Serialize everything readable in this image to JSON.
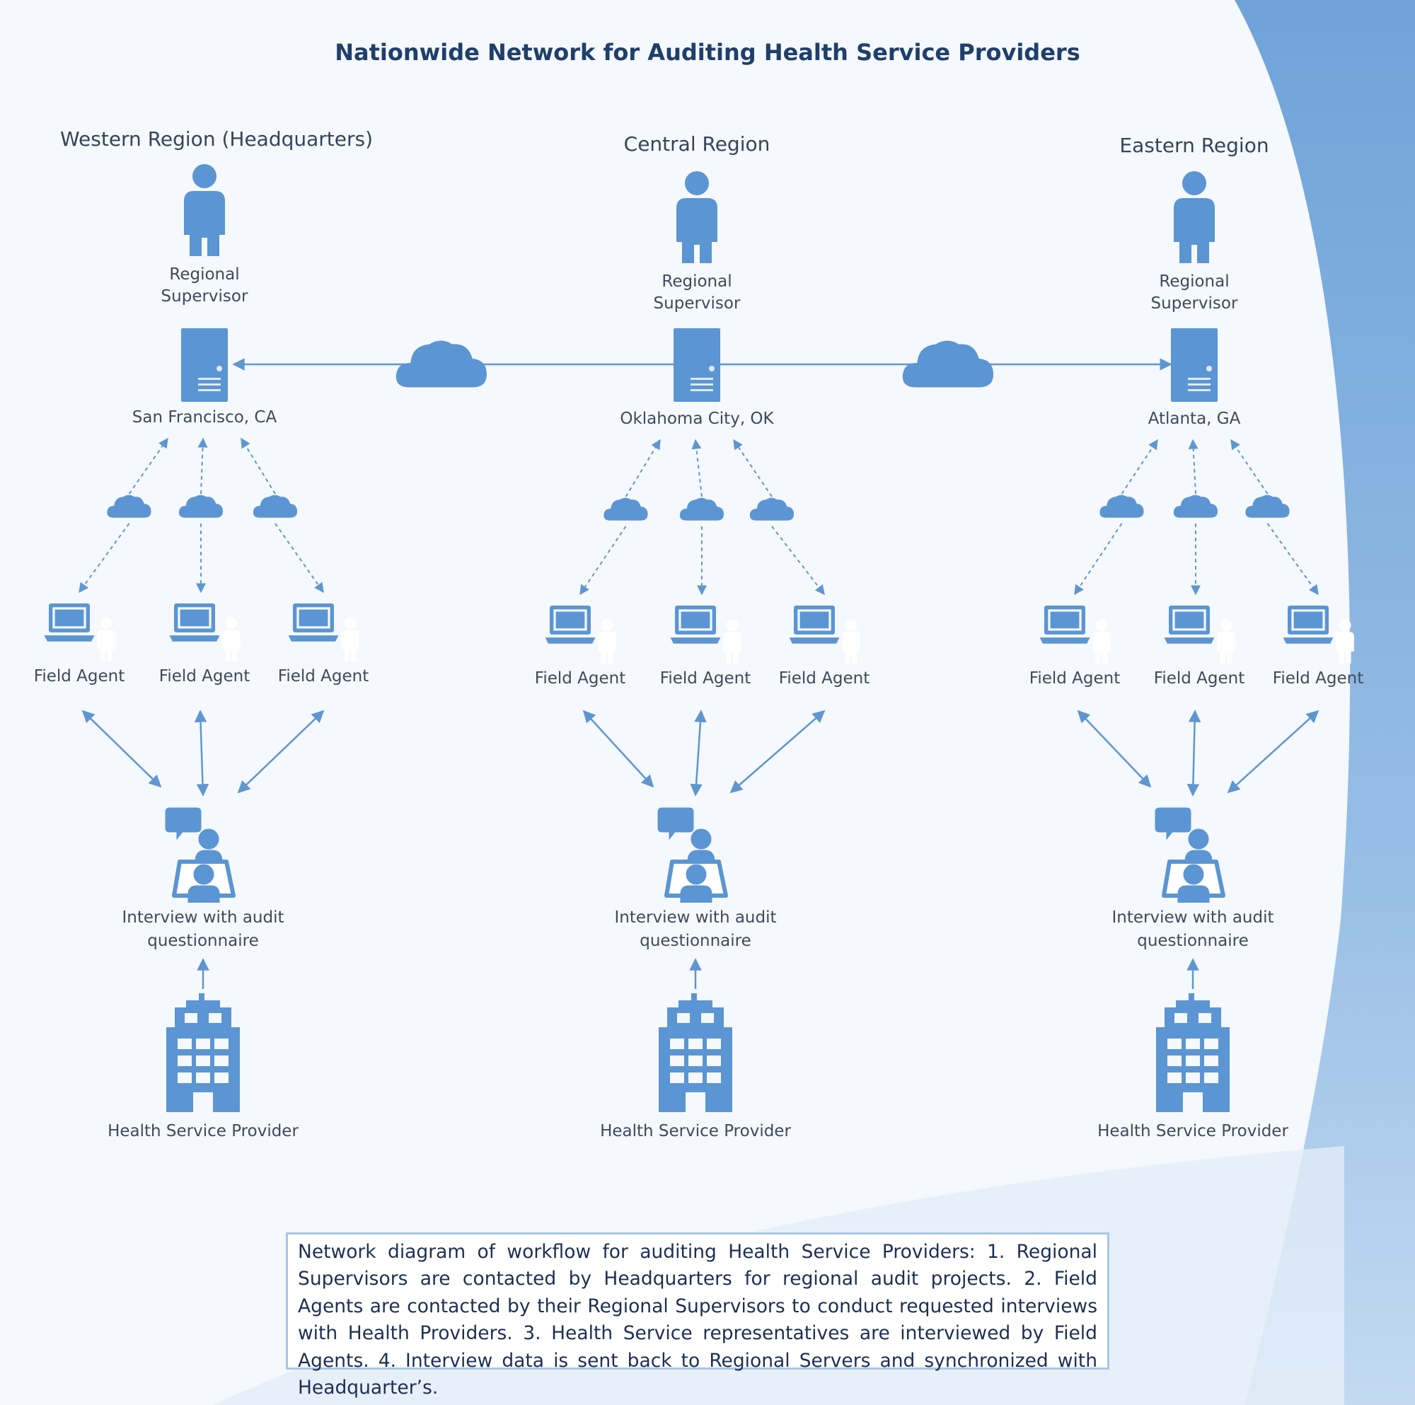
{
  "title": "Nationwide Network for Auditing Health Service Providers",
  "colors": {
    "icon_blue": "#5b95d3",
    "line_blue": "#5f96cf",
    "background": "#f5f8fc",
    "accent_band": "#8ab3de"
  },
  "regions": [
    {
      "name": "Western Region (Headquarters)",
      "supervisor_label": [
        "Regional",
        "Supervisor"
      ],
      "server_location": "San Francisco, CA",
      "field_agents": [
        "Field Agent",
        "Field Agent",
        "Field Agent"
      ],
      "interview_label": [
        "Interview with audit",
        "questionnaire"
      ],
      "provider_label": "Health Service Provider"
    },
    {
      "name": "Central Region",
      "supervisor_label": [
        "Regional",
        "Supervisor"
      ],
      "server_location": "Oklahoma City, OK",
      "field_agents": [
        "Field Agent",
        "Field Agent",
        "Field Agent"
      ],
      "interview_label": [
        "Interview with audit",
        "questionnaire"
      ],
      "provider_label": "Health Service Provider"
    },
    {
      "name": "Eastern Region",
      "supervisor_label": [
        "Regional",
        "Supervisor"
      ],
      "server_location": "Atlanta, GA",
      "field_agents": [
        "Field Agent",
        "Field Agent",
        "Field Agent"
      ],
      "interview_label": [
        "Interview with audit",
        "questionnaire"
      ],
      "provider_label": "Health Service Provider"
    }
  ],
  "caption": "Network diagram of workflow for auditing Health Service Providers: 1. Regional Supervisors are contacted by Headquarters for regional audit projects. 2. Field Agents are contacted by their Regional Supervisors to conduct requested interviews with Health Providers. 3. Health Service representatives are interviewed by Field Agents. 4. Interview data is sent back to Regional Servers and synchronized with Headquarter’s."
}
